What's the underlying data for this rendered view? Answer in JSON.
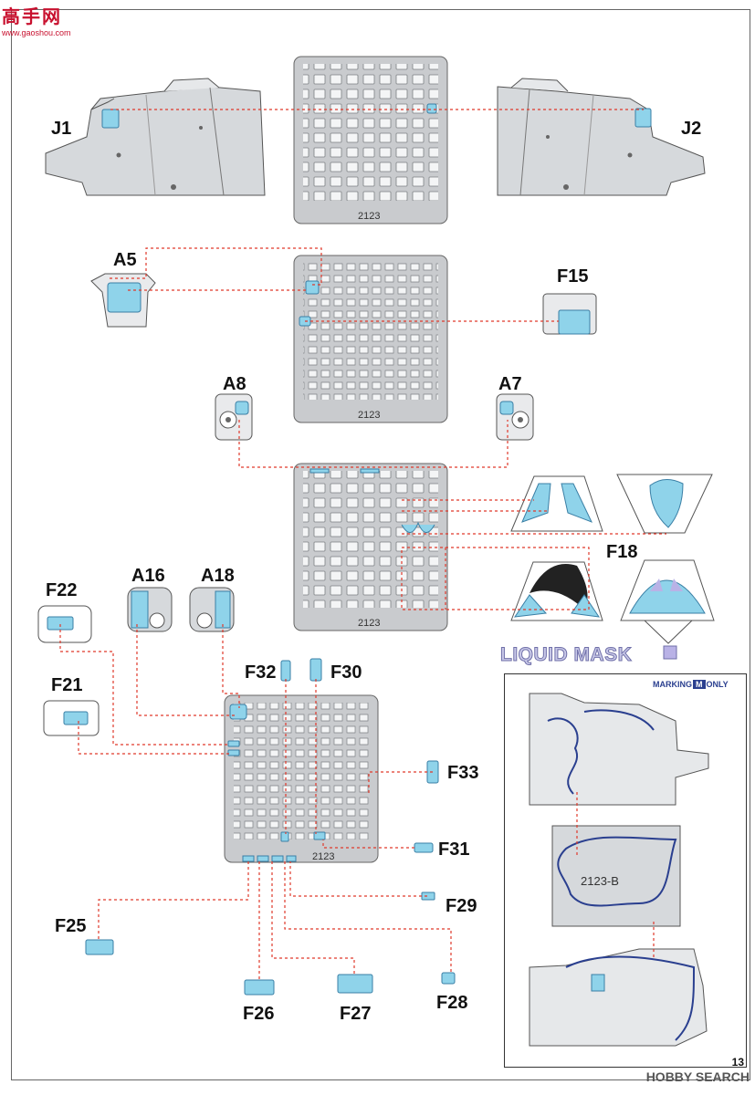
{
  "logo": {
    "name": "高手网",
    "url": "www.gaoshou.com"
  },
  "page_number": "13",
  "watermark": "HOBBY SEARCH",
  "sheet_code": "2123",
  "inset": {
    "badge_left": "MARKING",
    "badge_mid": "M",
    "badge_right": "ONLY",
    "template_code": "2123-B"
  },
  "liquid_mask": "LIQUID MASK",
  "labels": {
    "j1": "J1",
    "j2": "J2",
    "a5": "A5",
    "f15": "F15",
    "a8": "A8",
    "a7": "A7",
    "f18": "F18",
    "a16": "A16",
    "a18": "A18",
    "f22": "F22",
    "f21": "F21",
    "f32": "F32",
    "f30": "F30",
    "f33": "F33",
    "f31": "F31",
    "f29": "F29",
    "f25": "F25",
    "f28": "F28",
    "f26": "F26",
    "f27": "F27"
  },
  "colors": {
    "mask": "#8fd3ea",
    "mask_stroke": "#3a7fa5",
    "leader": "#e0392b",
    "metal": "#c9cbce",
    "airframe": "#d6d9dc",
    "lilac": "#b9b2e6"
  }
}
